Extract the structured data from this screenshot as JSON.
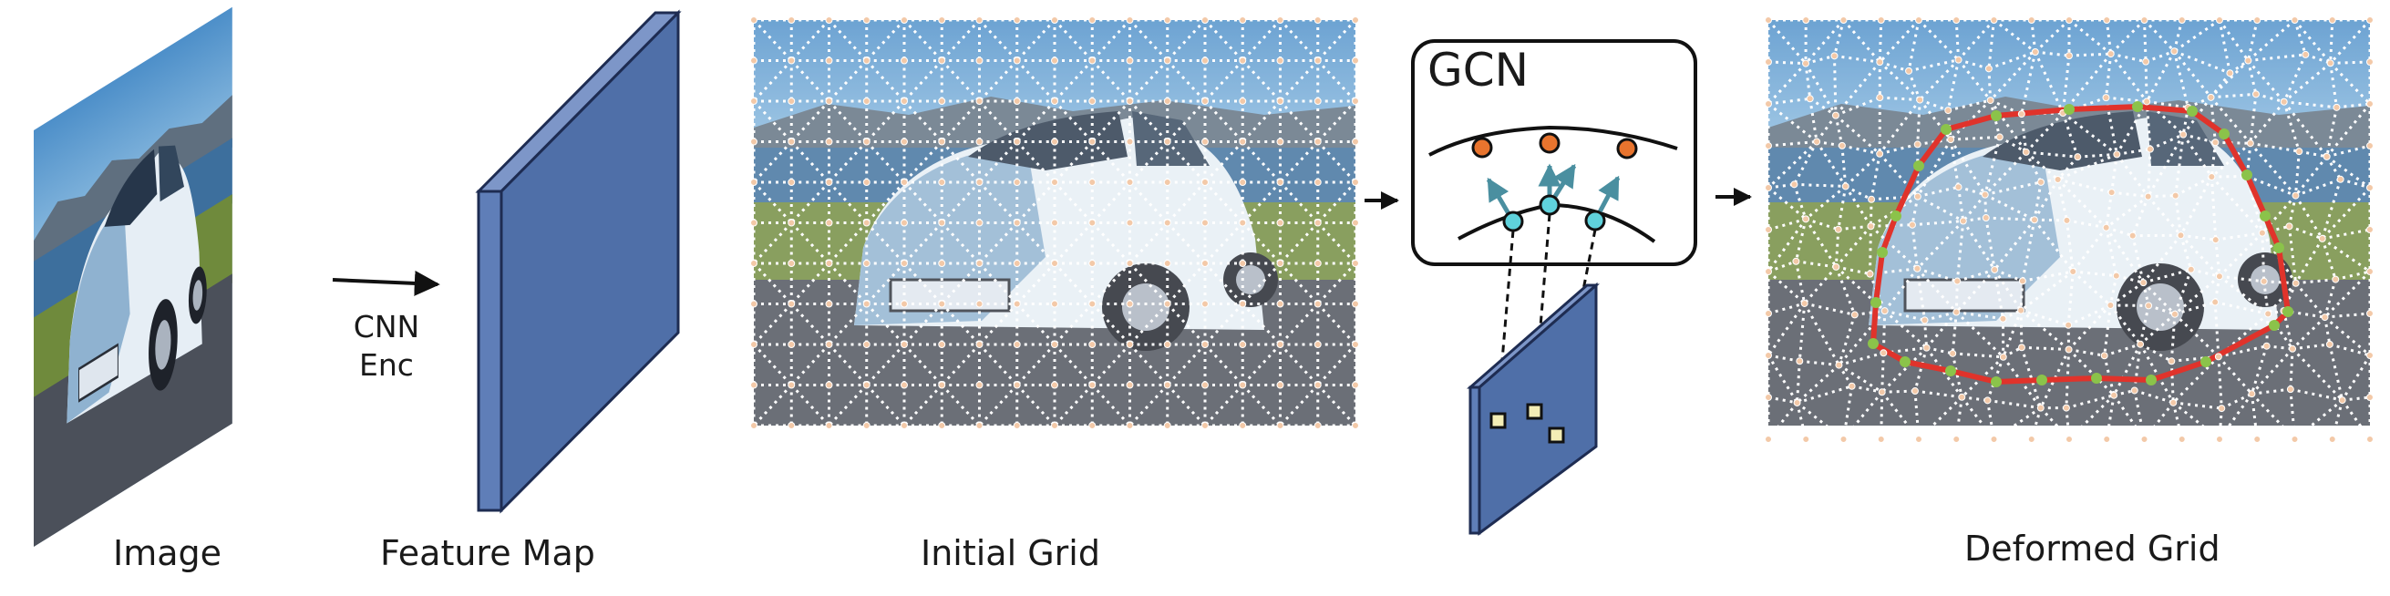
{
  "labels": {
    "image": "Image",
    "cnn_line1": "CNN",
    "cnn_line2": "Enc",
    "feature_map": "Feature Map",
    "initial_grid": "Initial Grid",
    "gcn": "GCN",
    "deformed_grid": "Deformed Grid"
  },
  "colors": {
    "feature_map_face": "#4f6fa8",
    "feature_map_side": "#7d96c8",
    "gcn_top_node": "#e8742e",
    "gcn_bottom_node": "#5fd2dc",
    "gcn_arrow": "#4a8fa0",
    "sample_point": "#f4eeb6",
    "boundary": "#e0332b",
    "boundary_vertex": "#8bc34a",
    "grid_line": "#ffffff"
  },
  "icons": {
    "input_photo": "car-photo",
    "flow_arrow": "right-arrow"
  }
}
